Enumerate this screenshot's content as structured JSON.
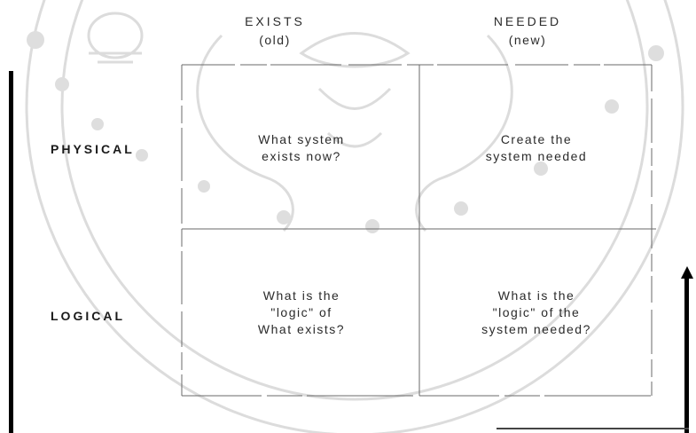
{
  "columns": [
    {
      "title": "EXISTS",
      "subtitle": "(old)"
    },
    {
      "title": "NEEDED",
      "subtitle": "(new)"
    }
  ],
  "rows": [
    {
      "title": "PHYSICAL"
    },
    {
      "title": "LOGICAL"
    }
  ],
  "cells": {
    "physical_exists": [
      "What system",
      "exists now?"
    ],
    "physical_needed": [
      "Create the",
      "system needed"
    ],
    "logical_exists": [
      "What is the",
      "\"logic\" of",
      "What exists?"
    ],
    "logical_needed": [
      "What is the",
      "\"logic\" of the",
      "system needed?"
    ]
  },
  "colors": {
    "grid_line": "#666666",
    "watermark": "#d9d9d9",
    "text": "#2a2a2a"
  }
}
